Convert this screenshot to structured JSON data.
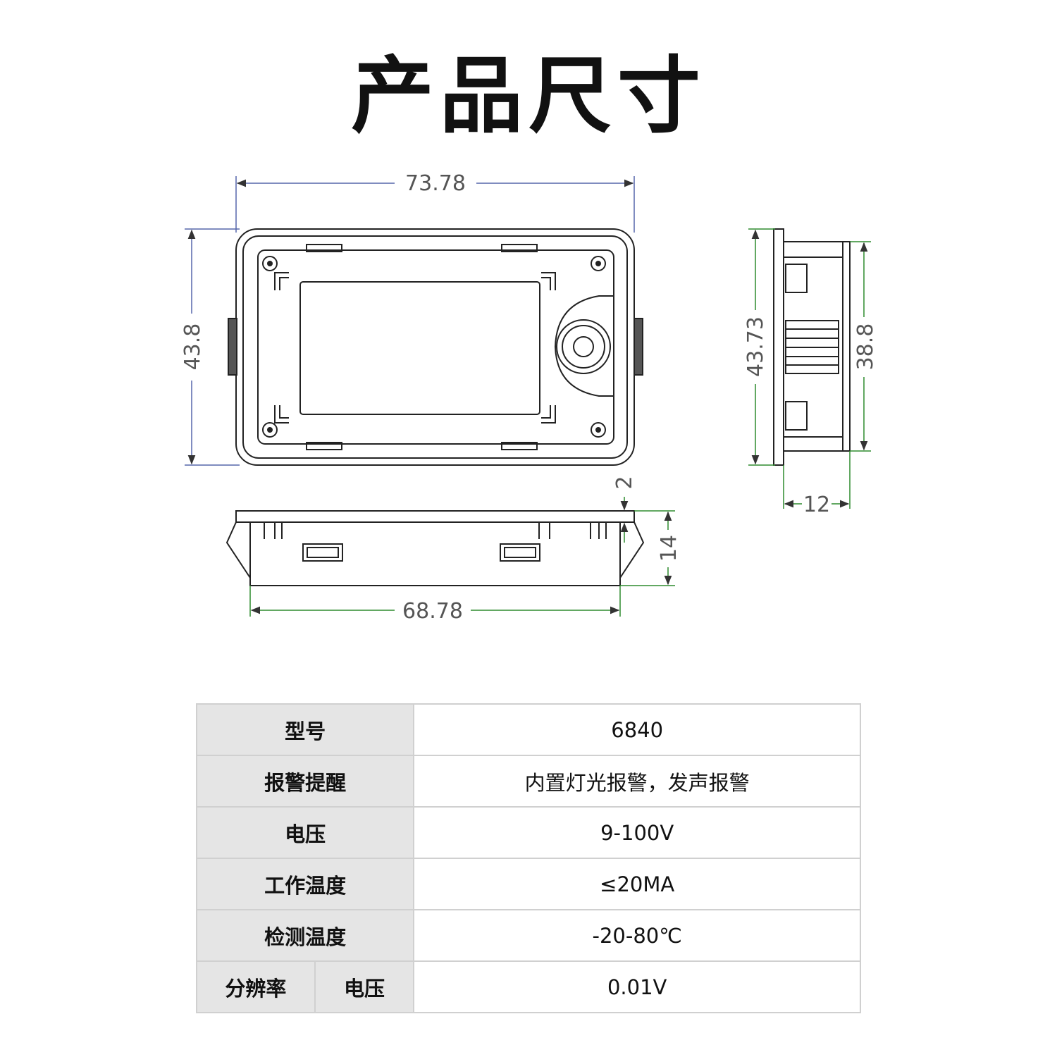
{
  "title": "产品尺寸",
  "dimensions": {
    "front_width": "73.78",
    "front_height": "43.8",
    "side_height": "43.73",
    "side_inner_height": "38.8",
    "side_depth": "12",
    "bottom_flange": "2",
    "bottom_height": "14",
    "bottom_width": "68.78"
  },
  "spec_table": {
    "rows": [
      {
        "label": "型号",
        "value": "6840"
      },
      {
        "label": "报警提醒",
        "value": "内置灯光报警，发声报警"
      },
      {
        "label": "电压",
        "value": "9-100V"
      },
      {
        "label": "工作温度",
        "value": "≤20MA"
      },
      {
        "label": "检测温度",
        "value": "-20-80℃"
      }
    ],
    "last_row": {
      "label": "分辨率",
      "sublabel": "电压",
      "value": "0.01V"
    }
  },
  "colors": {
    "dimension_line_blue": "#5566aa",
    "dimension_line_green": "#2e8b2e",
    "outline": "#222222"
  }
}
